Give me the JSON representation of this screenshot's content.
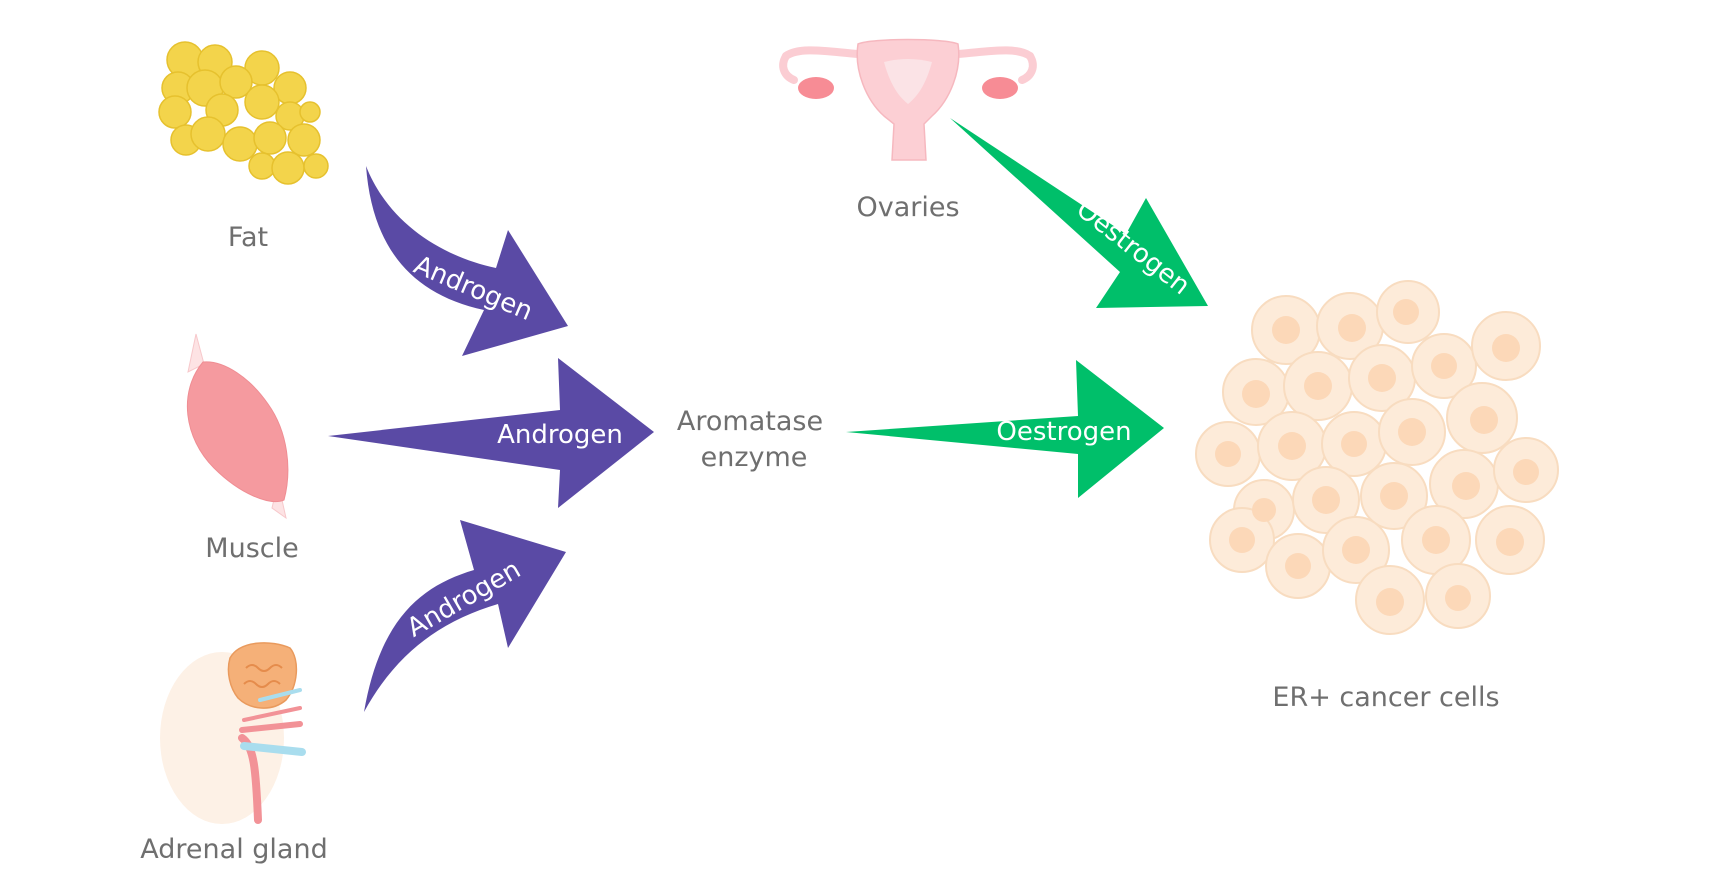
{
  "sources": {
    "fat": "Fat",
    "muscle": "Muscle",
    "adrenal": "Adrenal gland",
    "ovaries": "Ovaries"
  },
  "enzyme": {
    "line1": "Aromatase",
    "line2": "enzyme"
  },
  "target": "ER+ cancer cells",
  "arrows": {
    "fat_to_enzyme": "Androgen",
    "muscle_to_enzyme": "Androgen",
    "adrenal_to_enzyme": "Androgen",
    "enzyme_to_cells": "Oestrogen",
    "ovaries_to_cells": "Oestrogen"
  },
  "colors": {
    "androgen": "#5a4aa5",
    "oestrogen": "#00bf6a",
    "fat": "#f3d44b",
    "muscle": "#f59a9f",
    "cells": "#fdebd9",
    "nucleus": "#fcd8b8"
  }
}
